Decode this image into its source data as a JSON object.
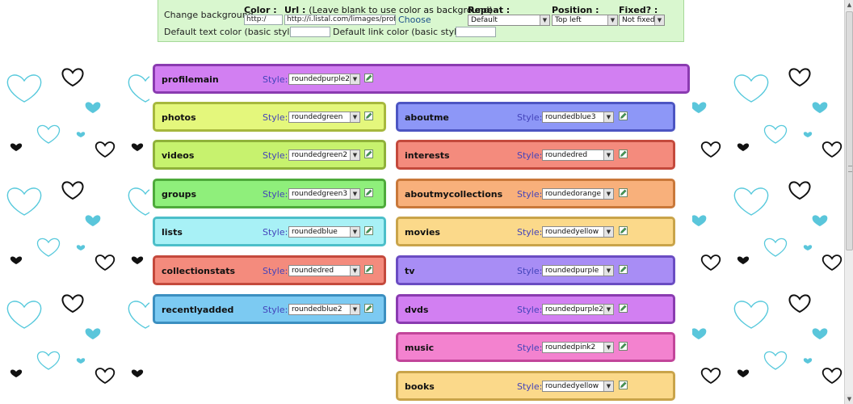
{
  "settings": {
    "change_background_label": "Change background",
    "color_label": "Color :",
    "color_value": "http:/",
    "url_label": "Url :",
    "url_hint": "(Leave blank to use color as background)",
    "url_value": "http://i.listal.com/limages/profilet",
    "choose_label": "Choose",
    "repeat_label": "Repeat :",
    "repeat_value": "Default",
    "position_label": "Position :",
    "position_value": "Top left",
    "fixed_label": "Fixed? :",
    "fixed_value": "Not fixed",
    "default_text_color_label": "Default text color (basic style) :",
    "default_text_color_value": "",
    "default_link_color_label": "Default link color (basic style) :",
    "default_link_color_value": ""
  },
  "style_label": "Style:",
  "modules": [
    {
      "key": "profilemain",
      "name": "profilemain",
      "style": "roundedpurple2",
      "fill": "#d27ff2",
      "border": "#8a3bb0"
    },
    {
      "key": "photos",
      "name": "photos",
      "style": "roundedgreen",
      "fill": "#e4f77c",
      "border": "#a7b83d"
    },
    {
      "key": "videos",
      "name": "videos",
      "style": "roundedgreen2",
      "fill": "#c7f26e",
      "border": "#8fb13a"
    },
    {
      "key": "groups",
      "name": "groups",
      "style": "roundedgreen3",
      "fill": "#8fef7b",
      "border": "#4eaa3b"
    },
    {
      "key": "lists",
      "name": "lists",
      "style": "roundedblue",
      "fill": "#a8f1f6",
      "border": "#4cbfc9"
    },
    {
      "key": "collectionstats",
      "name": "collectionstats",
      "style": "roundedred",
      "fill": "#f48b7d",
      "border": "#c4493c"
    },
    {
      "key": "recentlyadded",
      "name": "recentlyadded",
      "style": "roundedblue2",
      "fill": "#7ccaf2",
      "border": "#3b8fc0"
    },
    {
      "key": "aboutme",
      "name": "aboutme",
      "style": "roundedblue3",
      "fill": "#8d97f7",
      "border": "#4c55c2"
    },
    {
      "key": "interests",
      "name": "interests",
      "style": "roundedred",
      "fill": "#f48b7d",
      "border": "#c4493c"
    },
    {
      "key": "aboutmycollections",
      "name": "aboutmycollections",
      "style": "roundedorange",
      "fill": "#f8b07b",
      "border": "#c9783a"
    },
    {
      "key": "movies",
      "name": "movies",
      "style": "roundedyellow",
      "fill": "#fbd98a",
      "border": "#c9a44a"
    },
    {
      "key": "tv",
      "name": "tv",
      "style": "roundedpurple",
      "fill": "#a88df5",
      "border": "#6a4cc2"
    },
    {
      "key": "dvds",
      "name": "dvds",
      "style": "roundedpurple2",
      "fill": "#d27ff2",
      "border": "#8a3bb0"
    },
    {
      "key": "music",
      "name": "music",
      "style": "roundedpink2",
      "fill": "#f382cf",
      "border": "#c2459a"
    },
    {
      "key": "books",
      "name": "books",
      "style": "roundedyellow",
      "fill": "#fbd98a",
      "border": "#c9a44a"
    }
  ],
  "icons": {
    "edit": "edit-pencil-icon",
    "dropdown": "chevron-down-icon",
    "background_pattern": "heart-pattern"
  }
}
